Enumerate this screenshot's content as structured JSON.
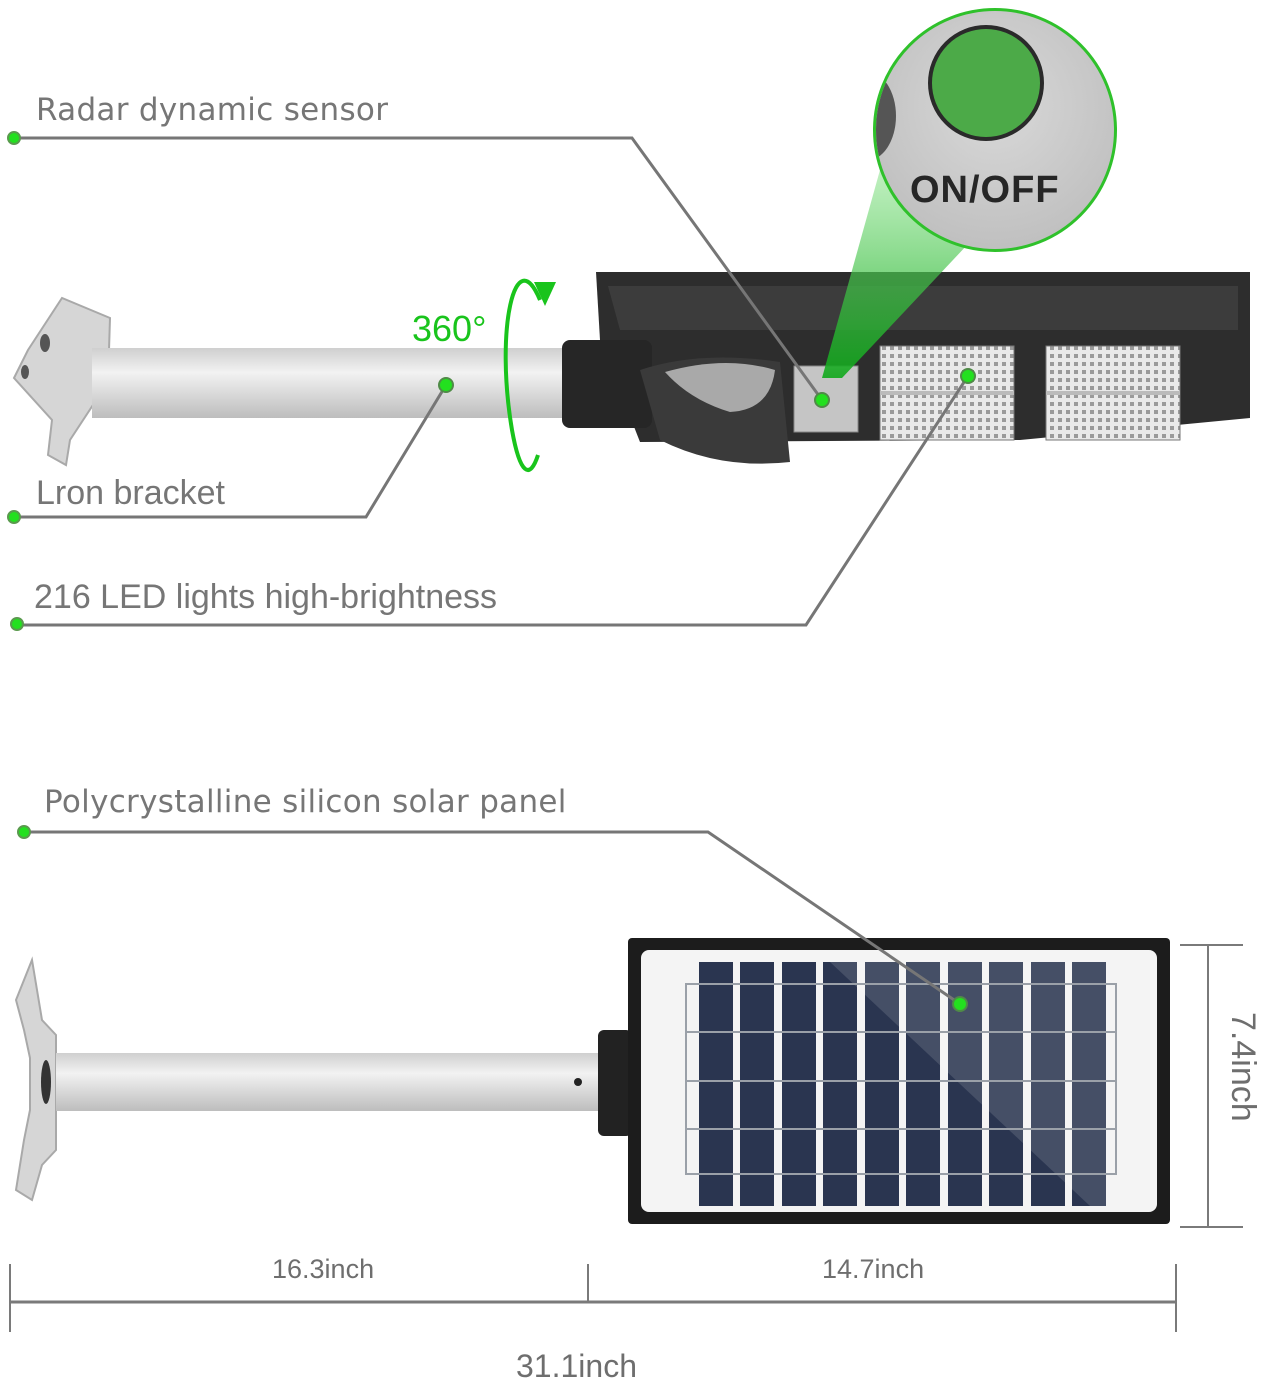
{
  "top_view": {
    "callouts": [
      {
        "label": "Radar dynamic sensor"
      },
      {
        "label": "Lron bracket"
      },
      {
        "label": "216 LED lights high-brightness"
      }
    ],
    "rotation_label": "360°",
    "zoom_inset": {
      "button_label": "ON/OFF"
    }
  },
  "bottom_view": {
    "callouts": [
      {
        "label": "Polycrystalline silicon solar panel"
      }
    ],
    "dimensions": {
      "height": "7.4inch",
      "bracket_length": "16.3inch",
      "panel_length": "14.7inch",
      "total_length": "31.1inch"
    }
  },
  "colors": {
    "accent_green": "#23e01f",
    "line_gray": "#767676",
    "housing_dark": "#2b2b2b",
    "panel_blue": "#2a3550"
  }
}
